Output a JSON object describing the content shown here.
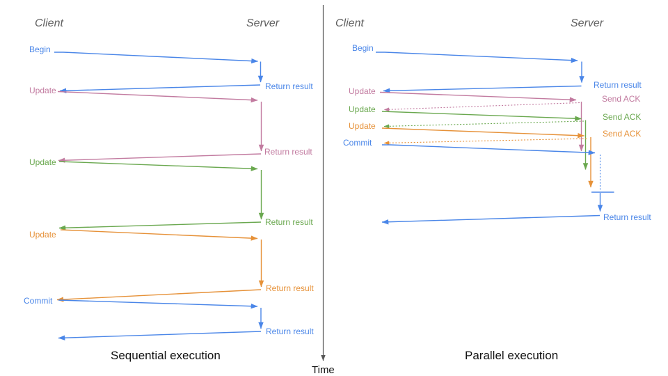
{
  "colors": {
    "blue": "#4a86e8",
    "pink": "#c27ba0",
    "green": "#6aa84f",
    "orange": "#e69138",
    "axis": "#555555",
    "heading": "#5f5f5f",
    "title": "#111111"
  },
  "sequential": {
    "client_header": "Client",
    "server_header": "Server",
    "title": "Sequential execution",
    "steps": [
      {
        "request": "Begin",
        "response": "Return result"
      },
      {
        "request": "Update",
        "response": "Return result"
      },
      {
        "request": "Update",
        "response": "Return result"
      },
      {
        "request": "Update",
        "response": "Return result"
      },
      {
        "request": "Commit",
        "response": "Return result"
      }
    ]
  },
  "parallel": {
    "client_header": "Client",
    "server_header": "Server",
    "title": "Parallel execution",
    "steps": [
      {
        "request": "Begin",
        "response": "Return result"
      },
      {
        "request": "Update",
        "response": "Send ACK"
      },
      {
        "request": "Update",
        "response": "Send ACK"
      },
      {
        "request": "Update",
        "response": "Send ACK"
      },
      {
        "request": "Commit",
        "response": "Return result"
      }
    ]
  },
  "time_axis": {
    "label": "Time"
  }
}
